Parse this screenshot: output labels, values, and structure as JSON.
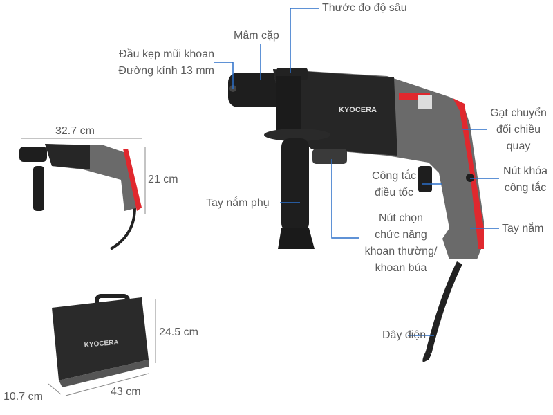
{
  "brand": "KYOCERA",
  "labels": {
    "depth_gauge": "Thước đo độ sâu",
    "chuck": "Mâm cặp",
    "bit_holder_1": "Đầu kẹp mũi khoan",
    "bit_holder_2": "Đường kính 13 mm",
    "reverse_1": "Gạt chuyển",
    "reverse_2": "đổi chiều",
    "reverse_3": "quay",
    "speed_1": "Công tắc",
    "speed_2": "điều tốc",
    "lock_1": "Nút khóa",
    "lock_2": "công tắc",
    "aux_handle": "Tay nắm phụ",
    "mode_1": "Nút chọn",
    "mode_2": "chức năng",
    "mode_3": "khoan thường/",
    "mode_4": "khoan búa",
    "handle": "Tay nắm",
    "cord": "Dây điện"
  },
  "dimensions": {
    "drill_length": "32.7 cm",
    "drill_height": "21 cm",
    "case_height": "24.5 cm",
    "case_width": "43 cm",
    "case_depth": "10.7 cm"
  },
  "colors": {
    "leader": "#2a6fc9",
    "accent": "#e0282e",
    "body_dark": "#2a2a2a",
    "body_grey": "#6b6b6b"
  }
}
